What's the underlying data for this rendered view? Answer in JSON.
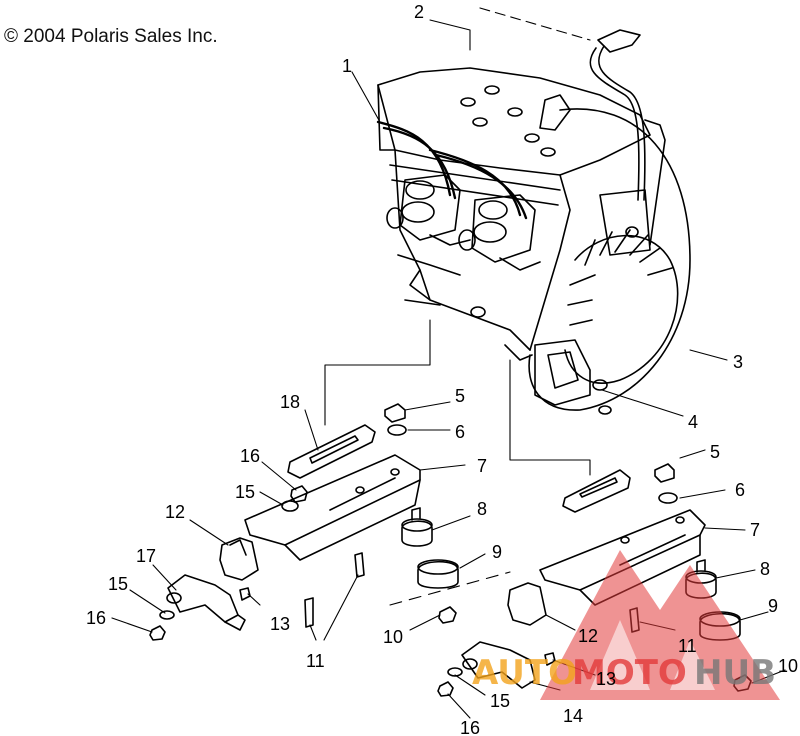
{
  "copyright": "© 2004 Polaris Sales Inc.",
  "callouts": [
    "1",
    "2",
    "3",
    "4",
    "5",
    "6",
    "7",
    "8",
    "9",
    "10",
    "11",
    "12",
    "13",
    "14",
    "15",
    "16",
    "17",
    "18",
    "5",
    "6",
    "7",
    "8",
    "9",
    "10",
    "11",
    "12",
    "13",
    "15",
    "16",
    "15",
    "16"
  ],
  "watermark": {
    "part1": "AUTO",
    "part2": "MOTO",
    "part3": "HUB",
    "accent_color": "#e23b3b",
    "orange_color": "#f2a21b",
    "gray_color": "#777777"
  }
}
